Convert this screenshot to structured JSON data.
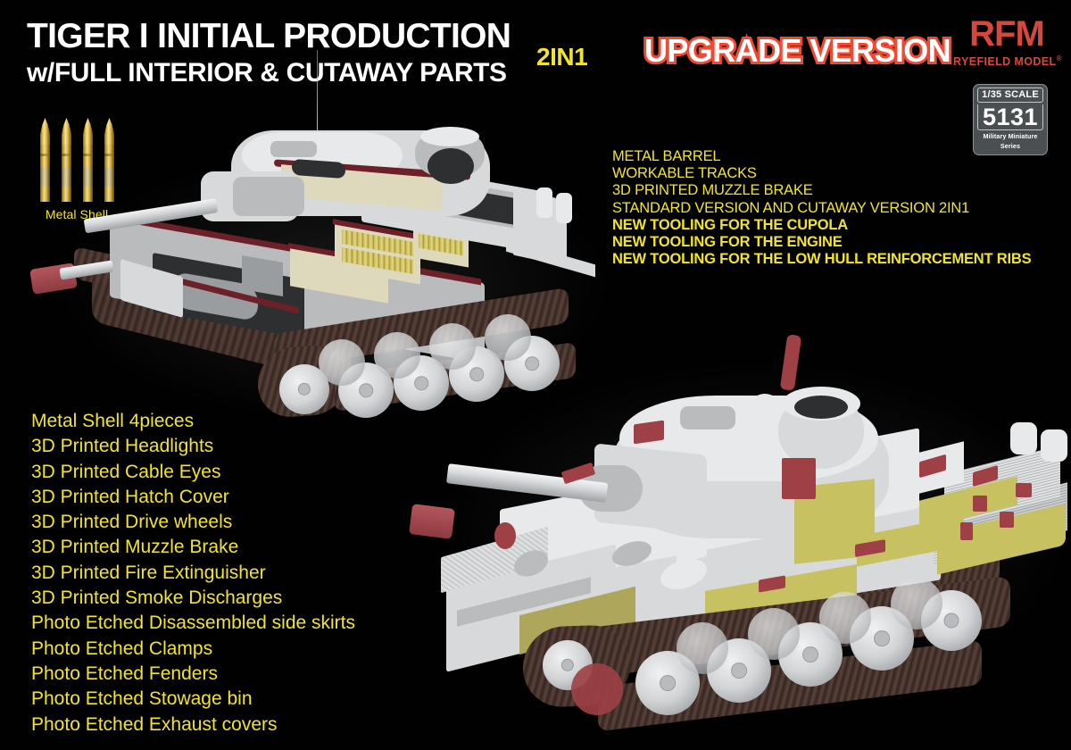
{
  "page": {
    "background_color": "#000000",
    "kind": "model-kit-box-art"
  },
  "header": {
    "title_main": "TIGER I INITIAL PRODUCTION",
    "title_sub": "w/FULL INTERIOR & CUTAWAY PARTS",
    "badge_2in1": "2IN1",
    "upgrade_version": "UPGRADE VERSION",
    "title_color": "#ffffff",
    "badge_color": "#f2e42c",
    "upgrade_fill": "#ffffff",
    "upgrade_outline": "#f04a33"
  },
  "brand": {
    "mark": "RFM",
    "name": "RYEFIELD MODEL",
    "registered": "®",
    "color": "#d6483c",
    "scale_badge": {
      "scale": "1/35 SCALE",
      "number": "5131",
      "series": "Military Miniature Series",
      "background": "#4a4f52"
    }
  },
  "spec_list": {
    "color": "#f2e42c",
    "items": [
      {
        "text": "METAL BARREL",
        "bold": false
      },
      {
        "text": "WORKABLE TRACKS",
        "bold": false
      },
      {
        "text": "3D PRINTED MUZZLE BRAKE",
        "bold": false
      },
      {
        "text": "STANDARD VERSION AND CUTAWAY VERSION 2IN1",
        "bold": false
      },
      {
        "text": "NEW TOOLING FOR THE CUPOLA",
        "bold": true
      },
      {
        "text": "NEW TOOLING FOR THE ENGINE",
        "bold": true
      },
      {
        "text": "NEW TOOLING FOR THE LOW HULL REINFORCEMENT RIBS",
        "bold": true
      }
    ]
  },
  "parts_list": {
    "color": "#f2e42c",
    "items": [
      "Metal Shell 4pieces",
      "3D Printed Headlights",
      "3D Printed Cable Eyes",
      "3D Printed Hatch Cover",
      "3D Printed Drive wheels",
      "3D Printed Muzzle Brake",
      "3D Printed Fire Extinguisher",
      "3D Printed Smoke Discharges",
      "Photo Etched Disassembled side skirts",
      "Photo Etched Clamps",
      "Photo Etched Fenders",
      "Photo Etched Stowage bin",
      "Photo Etched Exhaust covers"
    ]
  },
  "metal_shells": {
    "label": "Metal Shell",
    "count": 4,
    "color": "#d9b441"
  },
  "renders": {
    "cutaway_tank": {
      "name": "Tiger I cutaway version",
      "armor_color": "#d8d9da",
      "cut_edge_color": "#6d2027",
      "interior_color": "#ded8bd",
      "ammo_color": "#c9b94f",
      "track_color": "#3a2a25",
      "muzzle_brake_color": "#9e4046"
    },
    "standard_tank": {
      "name": "Tiger I standard version",
      "armor_color": "#d8d9da",
      "photo_etch_color": "#c8c162",
      "printed_part_color": "#9e4046",
      "track_color": "#3a2a25",
      "muzzle_brake_color": "#9e4046"
    }
  }
}
